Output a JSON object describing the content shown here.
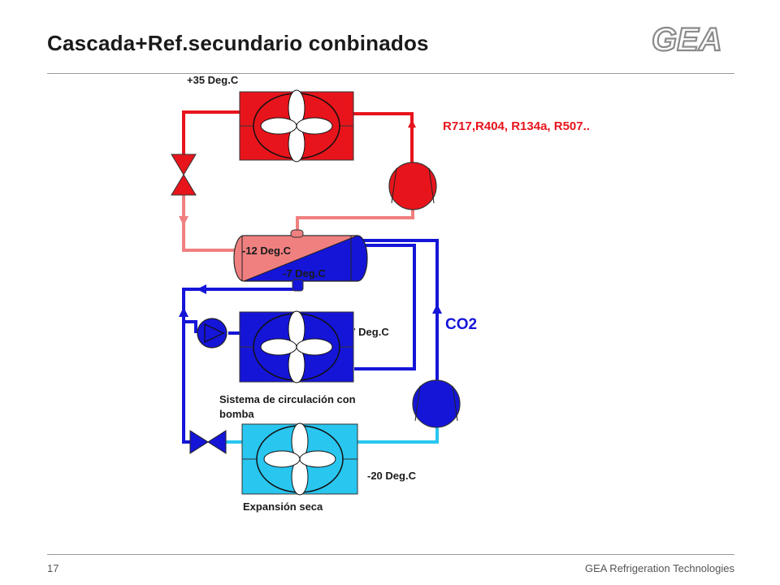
{
  "slide": {
    "title": "Cascada+Ref.secundario conbinados",
    "logo_text": "GEA",
    "page_number": "17",
    "company": "GEA Refrigeration  Technologies"
  },
  "labels": {
    "temp_condenser": "+35 Deg.C",
    "refrigerants": "R717,R404, R134a, R507..",
    "temp_hx_hot": "-12 Deg.C",
    "temp_hx_cold": "-7 Deg.C",
    "co2": "CO2",
    "temp_pumped": "-7 Deg.C",
    "pump_system_line1": "Sistema de circulación con",
    "pump_system_line2": "bomba",
    "temp_dx": "-20 Deg.C",
    "dry_expansion": "Expansión seca"
  },
  "colors": {
    "red": "#e8141b",
    "light_red": "#f08080",
    "blue": "#1515d8",
    "light_blue": "#29c6f0",
    "gray_line": "#9a9a9a"
  }
}
